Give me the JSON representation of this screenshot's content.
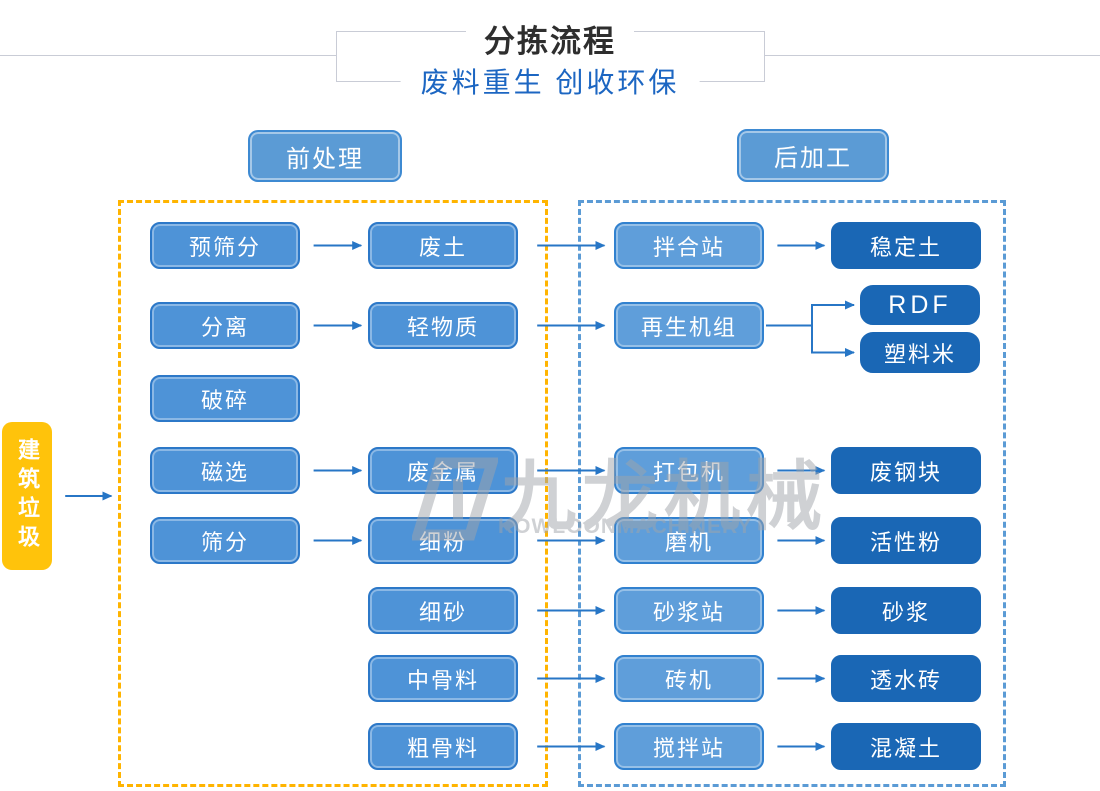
{
  "header": {
    "title": "分拣流程",
    "subtitle": "废料重生 创收环保"
  },
  "section_labels": {
    "pre": "前处理",
    "post": "后加工"
  },
  "source_label": "建筑垃圾",
  "watermark": {
    "cn": "九龙机械",
    "en": "KOWLOONMACHINERY"
  },
  "colors": {
    "process_blue": "#4e93d7",
    "machine_blue": "#5f9eda",
    "result_blue": "#1a67b5",
    "source_yellow": "#ffc30b",
    "dashed_yellow": "#ffb400",
    "dashed_blue": "#5b9bd5",
    "arrow_blue": "#2776c6",
    "subtitle_blue": "#1c66c2"
  },
  "nodes": {
    "yushaifen": {
      "label": "预筛分"
    },
    "fenli": {
      "label": "分离"
    },
    "posui": {
      "label": "破碎"
    },
    "cixuan": {
      "label": "磁选"
    },
    "shaifen": {
      "label": "筛分"
    },
    "feitu": {
      "label": "废土"
    },
    "qingwuzhi": {
      "label": "轻物质"
    },
    "feijinshu": {
      "label": "废金属"
    },
    "xifen": {
      "label": "细粉"
    },
    "xisha": {
      "label": "细砂"
    },
    "zhongguliao": {
      "label": "中骨料"
    },
    "cuguliao": {
      "label": "粗骨料"
    },
    "banhezhan": {
      "label": "拌合站"
    },
    "zaishengjizu": {
      "label": "再生机组"
    },
    "dabaoji": {
      "label": "打包机"
    },
    "moji": {
      "label": "磨机"
    },
    "shajiangzhan": {
      "label": "砂浆站"
    },
    "zhuanji": {
      "label": "砖机"
    },
    "jiaobanzhan": {
      "label": "搅拌站"
    },
    "wendingtu": {
      "label": "稳定土"
    },
    "rdf": {
      "label": "RDF"
    },
    "suliaomi": {
      "label": "塑料米"
    },
    "feigangkuai": {
      "label": "废钢块"
    },
    "huoxingfen": {
      "label": "活性粉"
    },
    "shajiang": {
      "label": "砂浆"
    },
    "toushuizhuan": {
      "label": "透水砖"
    },
    "hunningtu": {
      "label": "混凝土"
    }
  },
  "edges": [
    {
      "from": "source",
      "to": "prebox"
    },
    {
      "from": "yushaifen",
      "to": "feitu"
    },
    {
      "from": "feitu",
      "to": "banhezhan"
    },
    {
      "from": "banhezhan",
      "to": "wendingtu"
    },
    {
      "from": "fenli",
      "to": "qingwuzhi"
    },
    {
      "from": "qingwuzhi",
      "to": "zaishengjizu"
    },
    {
      "from": "zaishengjizu",
      "to": "rdf"
    },
    {
      "from": "zaishengjizu",
      "to": "suliaomi"
    },
    {
      "from": "cixuan",
      "to": "feijinshu"
    },
    {
      "from": "feijinshu",
      "to": "dabaoji"
    },
    {
      "from": "dabaoji",
      "to": "feigangkuai"
    },
    {
      "from": "shaifen",
      "to": "xifen"
    },
    {
      "from": "xifen",
      "to": "moji"
    },
    {
      "from": "moji",
      "to": "huoxingfen"
    },
    {
      "from": "xisha",
      "to": "shajiangzhan"
    },
    {
      "from": "shajiangzhan",
      "to": "shajiang"
    },
    {
      "from": "zhongguliao",
      "to": "zhuanji"
    },
    {
      "from": "zhuanji",
      "to": "toushuizhuan"
    },
    {
      "from": "cuguliao",
      "to": "jiaobanzhan"
    },
    {
      "from": "jiaobanzhan",
      "to": "hunningtu"
    }
  ]
}
